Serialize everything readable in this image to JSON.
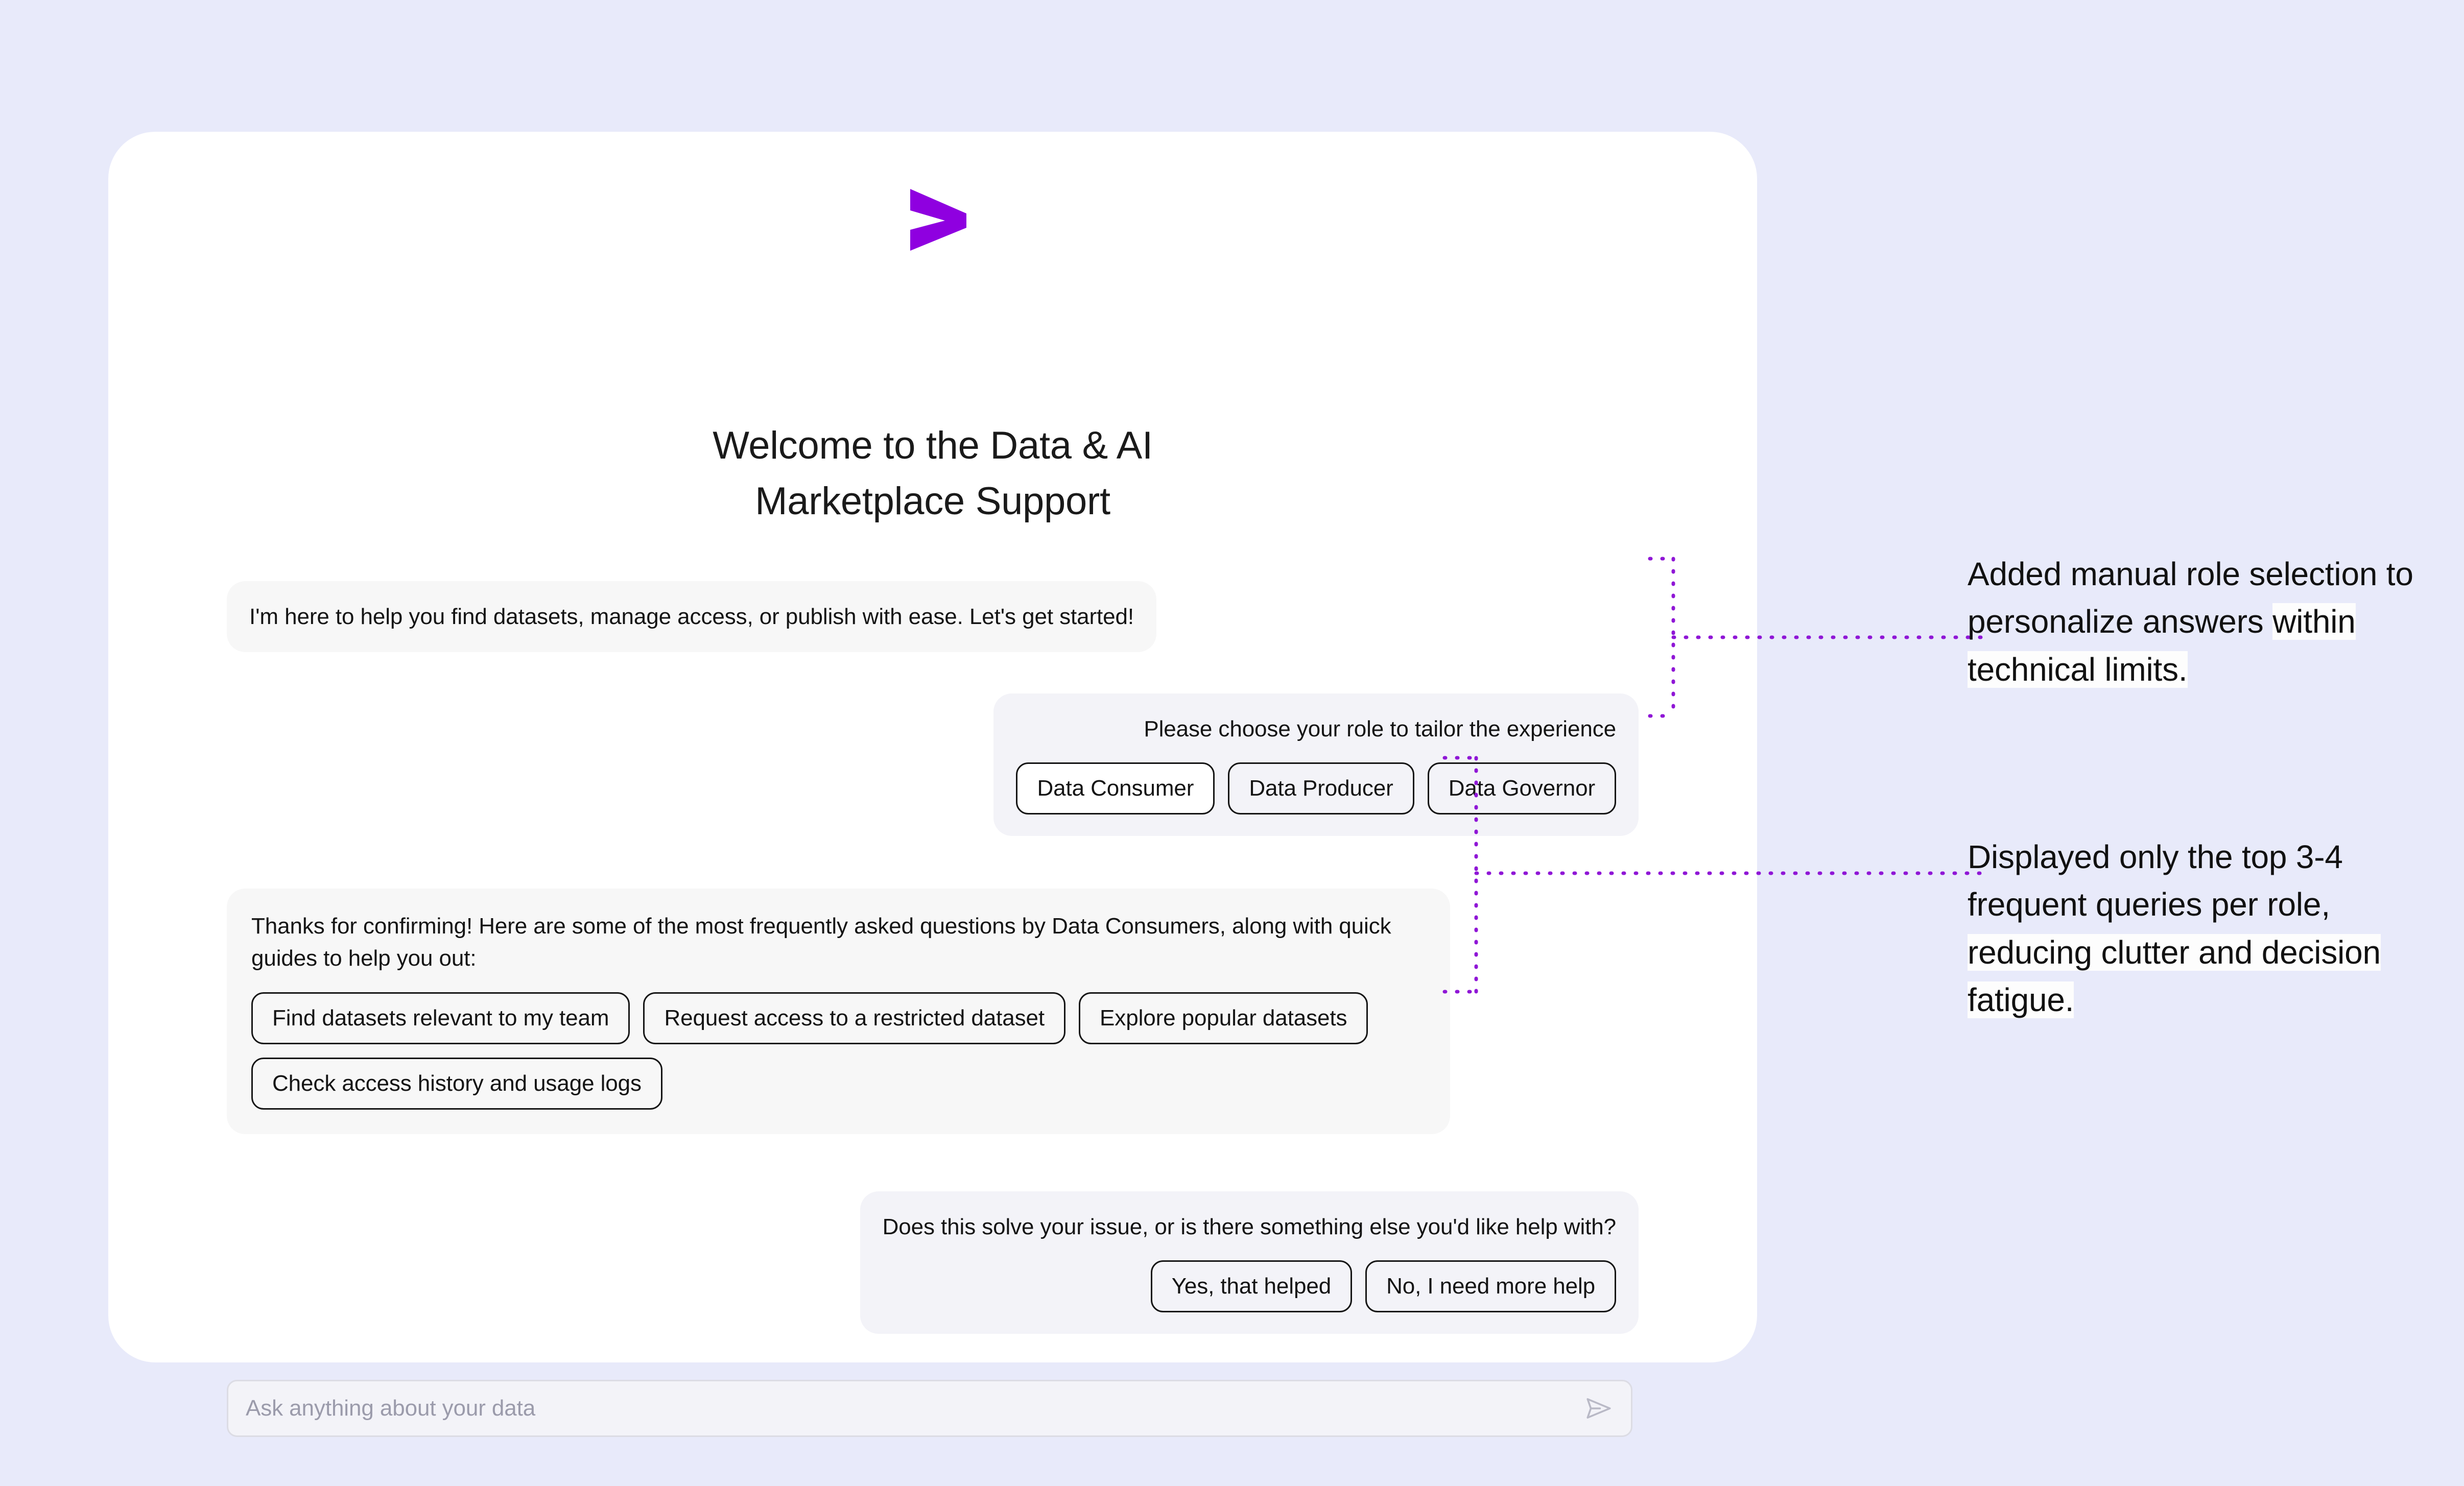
{
  "theme": {
    "page_background": "#e8eafa",
    "card_background": "#ffffff",
    "brand_purple": "#8f00e0",
    "assistant_bubble": "#f7f7f7",
    "user_bubble": "#f3f3f8",
    "annotation_text": "#111111",
    "highlight": "#fdfdfd"
  },
  "header": {
    "logo_icon": "chevron-right-logo",
    "title_line_1": "Welcome to the Data & AI",
    "title_line_2": "Marketplace Support"
  },
  "conversation": {
    "intro": {
      "role": "assistant",
      "text": "I'm here to help you find datasets, manage access, or publish with ease. Let's get started!"
    },
    "role_prompt": {
      "role": "user",
      "text": "Please choose your role to tailor the experience",
      "options": [
        {
          "label": "Data Consumer",
          "selected": true
        },
        {
          "label": "Data Producer",
          "selected": false
        },
        {
          "label": "Data Governor",
          "selected": false
        }
      ]
    },
    "faq": {
      "role": "assistant",
      "text": "Thanks for confirming! Here are some of the most frequently asked questions by Data Consumers, along with quick guides to help you out:",
      "options": [
        {
          "label": "Find datasets relevant to my team"
        },
        {
          "label": "Request access to a restricted dataset"
        },
        {
          "label": "Explore popular datasets"
        },
        {
          "label": "Check access history and usage logs"
        }
      ]
    },
    "resolve": {
      "role": "user",
      "text": "Does this solve your issue, or is there something else you'd like help with?",
      "options": [
        {
          "label": "Yes, that helped"
        },
        {
          "label": "No, I need more help"
        }
      ]
    }
  },
  "composer": {
    "placeholder": "Ask anything about your data",
    "value": "",
    "send_icon": "send-paper-plane-icon"
  },
  "annotations": [
    {
      "id": "annotation-role-selection",
      "lead": "Added manual role selection to personalize answers ",
      "highlight": "within technical limits.",
      "full_text": "Added manual role selection to personalize answers within technical limits."
    },
    {
      "id": "annotation-top-queries",
      "lead": "Displayed only the top 3-4 frequent queries per role, ",
      "highlight": "reducing clutter and decision fatigue.",
      "full_text": "Displayed only the top 3-4 frequent queries per role, reducing clutter and decision fatigue."
    }
  ]
}
